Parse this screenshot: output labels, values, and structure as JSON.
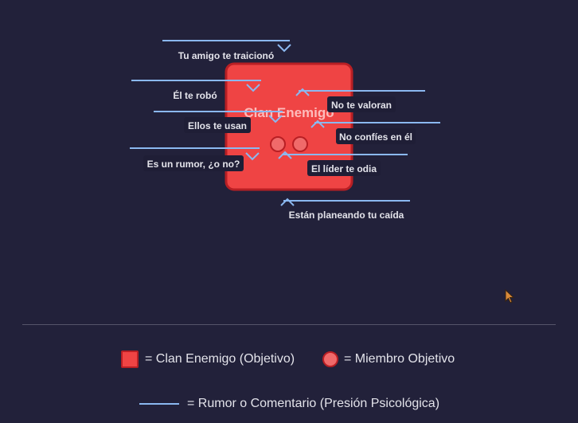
{
  "colors": {
    "background": "#22213a",
    "clan": "#ef4444",
    "clan_border": "#b81f24",
    "member": "#f06a6a",
    "rumor_line": "#8bb8f0",
    "label_bg": "#1f1e36",
    "label_text": "#e3e3ea"
  },
  "target": {
    "label": "Clan Enemigo",
    "member_count": 2
  },
  "rumors": [
    {
      "id": "traiciono",
      "text": "Tu amigo te traicionó",
      "chevron": "down"
    },
    {
      "id": "robo",
      "text": "Él te robó",
      "chevron": "down"
    },
    {
      "id": "usan",
      "text": "Ellos te usan",
      "chevron": "down"
    },
    {
      "id": "rumor",
      "text": "Es un rumor, ¿o no?",
      "chevron": "down"
    },
    {
      "id": "valoran",
      "text": "No te valoran",
      "chevron": "up"
    },
    {
      "id": "confies",
      "text": "No confíes en él",
      "chevron": "up"
    },
    {
      "id": "odia",
      "text": "El líder te odia",
      "chevron": "up"
    },
    {
      "id": "caida",
      "text": "Están planeando tu caída",
      "chevron": "up"
    }
  ],
  "legend": {
    "clan": "= Clan Enemigo (Objetivo)",
    "member": "= Miembro Objetivo",
    "rumor": "= Rumor o Comentario (Presión Psicológica)"
  },
  "icons": {
    "cursor": "mouse-pointer-icon"
  }
}
